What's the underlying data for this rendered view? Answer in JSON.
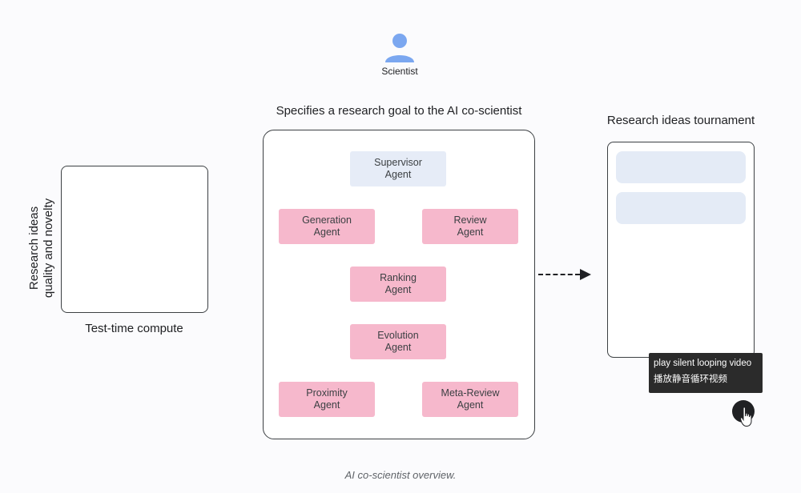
{
  "scientist": {
    "icon": "person-icon",
    "label": "Scientist"
  },
  "left_chart": {
    "ylabel_line1": "Research ideas",
    "ylabel_line2": "quality and novelty",
    "xlabel": "Test-time compute"
  },
  "center": {
    "title": "Specifies a research goal to the AI co-scientist",
    "agents": {
      "supervisor": "Supervisor\nAgent",
      "generation": "Generation\nAgent",
      "review": "Review\nAgent",
      "ranking": "Ranking\nAgent",
      "evolution": "Evolution\nAgent",
      "proximity": "Proximity\nAgent",
      "meta_review": "Meta-Review\nAgent"
    }
  },
  "tournament": {
    "title": "Research ideas tournament"
  },
  "tooltip": {
    "line1": "play silent looping video",
    "line2": "播放静音循环视频"
  },
  "caption": "AI co-scientist overview.",
  "colors": {
    "agent_pink": "#f6b8cc",
    "supervisor_blue": "#e6ecf7",
    "scientist_icon": "#7ba7f0"
  }
}
